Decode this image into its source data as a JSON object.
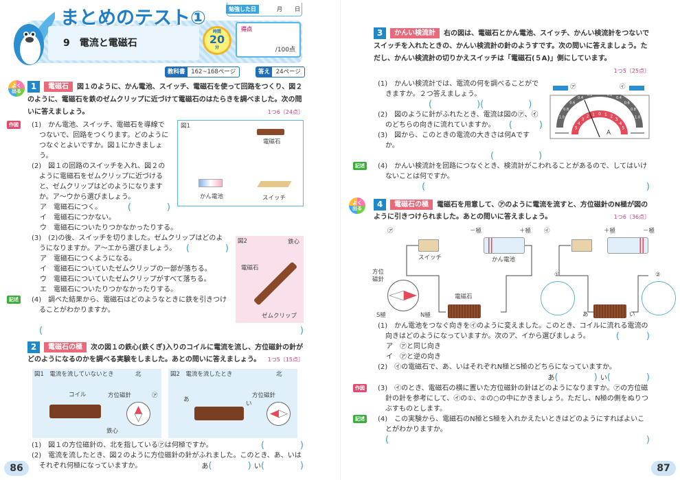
{
  "header": {
    "title": "まとめのテスト①",
    "unit": "9　電流と電磁石",
    "study_date_label": "勉強した日",
    "month_label": "月",
    "day_label": "日",
    "timer_label": "時間",
    "timer_value": "20",
    "timer_unit": "分",
    "score_label": "得点",
    "score_total": "/100点",
    "textbook_label": "教科書",
    "textbook_pages": "162~168ページ",
    "answer_label": "答え",
    "answer_page": "24ページ"
  },
  "badges": {
    "draw": "作図",
    "describe": "記述",
    "frequent": "よく出る"
  },
  "q1": {
    "number": "1",
    "tag": "電磁石",
    "text": "図１のように、かん電池、スイッチ、電磁石を使って回路をつくり、図２のように、電磁石を鉄のゼムクリップに近づけて電磁石のはたらきを調べました。次の問いに答えましょう。",
    "points": "1つ6〔24点〕",
    "items": [
      {
        "text": "(1)　かん電池、スイッチ、電磁石を導線でつないで、回路をつくります。どのようにつなぐとよいですか。図１にかきましょう。"
      },
      {
        "text": "(2)　図１の回路のスイッチを入れ、図２のように電磁石をゼムクリップに近づけると、ゼムクリップはどのようになりますか。ア～ウから選びましょう。",
        "choices": [
          "ア　電磁石につく。",
          "イ　電磁石につかない。",
          "ウ　電磁石についたりつかなかったりする。"
        ]
      },
      {
        "text": "(3)　(2)の後、スイッチを切りました。ゼムクリップはどのようになりますか。ア～エから選びましょう。",
        "choices": [
          "ア　電磁石につくようになる。",
          "イ　電磁石についていたゼムクリップの一部が落ちる。",
          "ウ　電磁石についていたゼムクリップがすべて落ちる。",
          "エ　電磁石についたりつかなかったりする。"
        ]
      },
      {
        "text": "(4)　調べた結果から、電磁石はどのようなときに鉄を引きつけることがわかりますか。"
      }
    ],
    "fig1": {
      "title": "図1",
      "electromagnet": "電磁石",
      "battery": "かん電池",
      "switch": "スイッチ"
    },
    "fig2": {
      "title": "図2",
      "core": "鉄心",
      "electromagnet": "電磁石",
      "clips": "ゼムクリップ"
    }
  },
  "q2": {
    "number": "2",
    "tag": "電磁石の極",
    "text": "次の図１の鉄心(鉄くぎ)入りのコイルに電流を流し、方位磁針の針がどのようになるのかを調べる実験をしました。あとの問いに答えましょう。",
    "points": "1つ5〔15点〕",
    "fig1": {
      "title": "図1　電流を流していないとき",
      "north": "北",
      "coil": "コイル",
      "compass": "方位磁針",
      "mark": "㋐",
      "core": "鉄心"
    },
    "fig2": {
      "title": "図2　電流を流したとき",
      "north": "北",
      "compass": "方位磁針",
      "mark_a": "あ",
      "mark_i": "い"
    },
    "items": [
      {
        "text": "(1)　図１の方位磁針の、北を指している㋐は何極ですか。"
      },
      {
        "text": "(2)　電流を流したとき、図２のように方位磁針の針がふれました。このとき、あ、いはそれぞれ何極になっていますか。",
        "labels": [
          "あ",
          "い"
        ]
      }
    ]
  },
  "q3": {
    "number": "3",
    "tag": "かんい検流計",
    "text": "右の図は、電磁石とかん電池、スイッチ、かんい検流計をつないでスイッチを入れたときの、かんい検流計の針のようすです。次の問いに答えましょう。ただし、かんい検流計の切りかえスイッチは「電磁石(５A)」側にしています。",
    "points": "1つ5〔25点〕",
    "items": [
      {
        "text": "(1)　かんい検流計では、電流の何を調べることができますか。２つ答えましょう。"
      },
      {
        "text": "(2)　図のように針がふれたとき、電流は図の㋐、㋑のどちらの向きに流れていますか。"
      },
      {
        "text": "(3)　図から、このときの電流の大きさは何Aですか。"
      },
      {
        "text": "(4)　かんい検流計を回路につなぐとき、検流計がこわれることがあるので、してはいけないことは何ですか。"
      }
    ],
    "meter": {
      "left_arrow": "㋐",
      "right_arrow": "㋑",
      "top_scale": [
        "1.0",
        "0.8",
        "0.6",
        "0.4",
        "0.2",
        "0",
        "0.2",
        "0.4",
        "0.6",
        "0.8",
        "1.0"
      ],
      "bottom_scale": [
        "5",
        "4",
        "3",
        "2",
        "1",
        "0",
        "1",
        "2",
        "3",
        "4",
        "5"
      ],
      "unit": "A",
      "needle_reading_bottom_scale": -1.5
    }
  },
  "q4": {
    "number": "4",
    "tag": "電磁石の極",
    "text": "電磁石を用意して、㋐のように電流を流すと、方位磁針のN極が図のように引きつけられました。あとの問いに答えましょう。",
    "points": "1つ6〔36点〕",
    "fig": {
      "a_mark": "㋐",
      "b_mark": "㋑",
      "minus": "－極",
      "plus": "＋極",
      "switch": "スイッチ",
      "battery": "かん電池",
      "electromagnet": "電磁石",
      "compass": "方位磁針",
      "s_pole": "S極",
      "n_pole": "N極",
      "circle1": "①",
      "circle2": "②",
      "mark_a": "あ",
      "mark_i": "い"
    },
    "items": [
      {
        "text": "(1)　かん電池をつなぐ向きを㋑のように変えました。このとき、コイルに流れる電流の向きはどのようになっていますか。次のア、イから選びましょう。",
        "choices": [
          "ア　㋐と同じ向き",
          "イ　㋐と逆の向き"
        ]
      },
      {
        "text": "(2)　㋑の電磁石で、あ、いはそれぞれN極とS極のどちらになっていますか。",
        "labels": [
          "あ",
          "い"
        ]
      },
      {
        "text": "(3)　㋑のとき、電磁石の横に置いた方位磁針の針はどのようになりますか。㋐の方位磁針の針を参考にして、㋑の①、②の○の中にかきましょう。ただし、N極の側をぬりつぶすものとします。"
      },
      {
        "text": "(4)　この実験から、電磁石のN極とS極を入れかえたいときはどのようにすればよいことがわかりますか。"
      }
    ]
  },
  "page_numbers": {
    "left": "86",
    "right": "87"
  },
  "colors": {
    "accent_blue": "#1e88c8",
    "tag_pink": "#e8697a",
    "answer_paren": "#3aa3c4",
    "fig_bg_blue": "#dff0fa",
    "fig_bg_pink": "#f9e0ea"
  }
}
